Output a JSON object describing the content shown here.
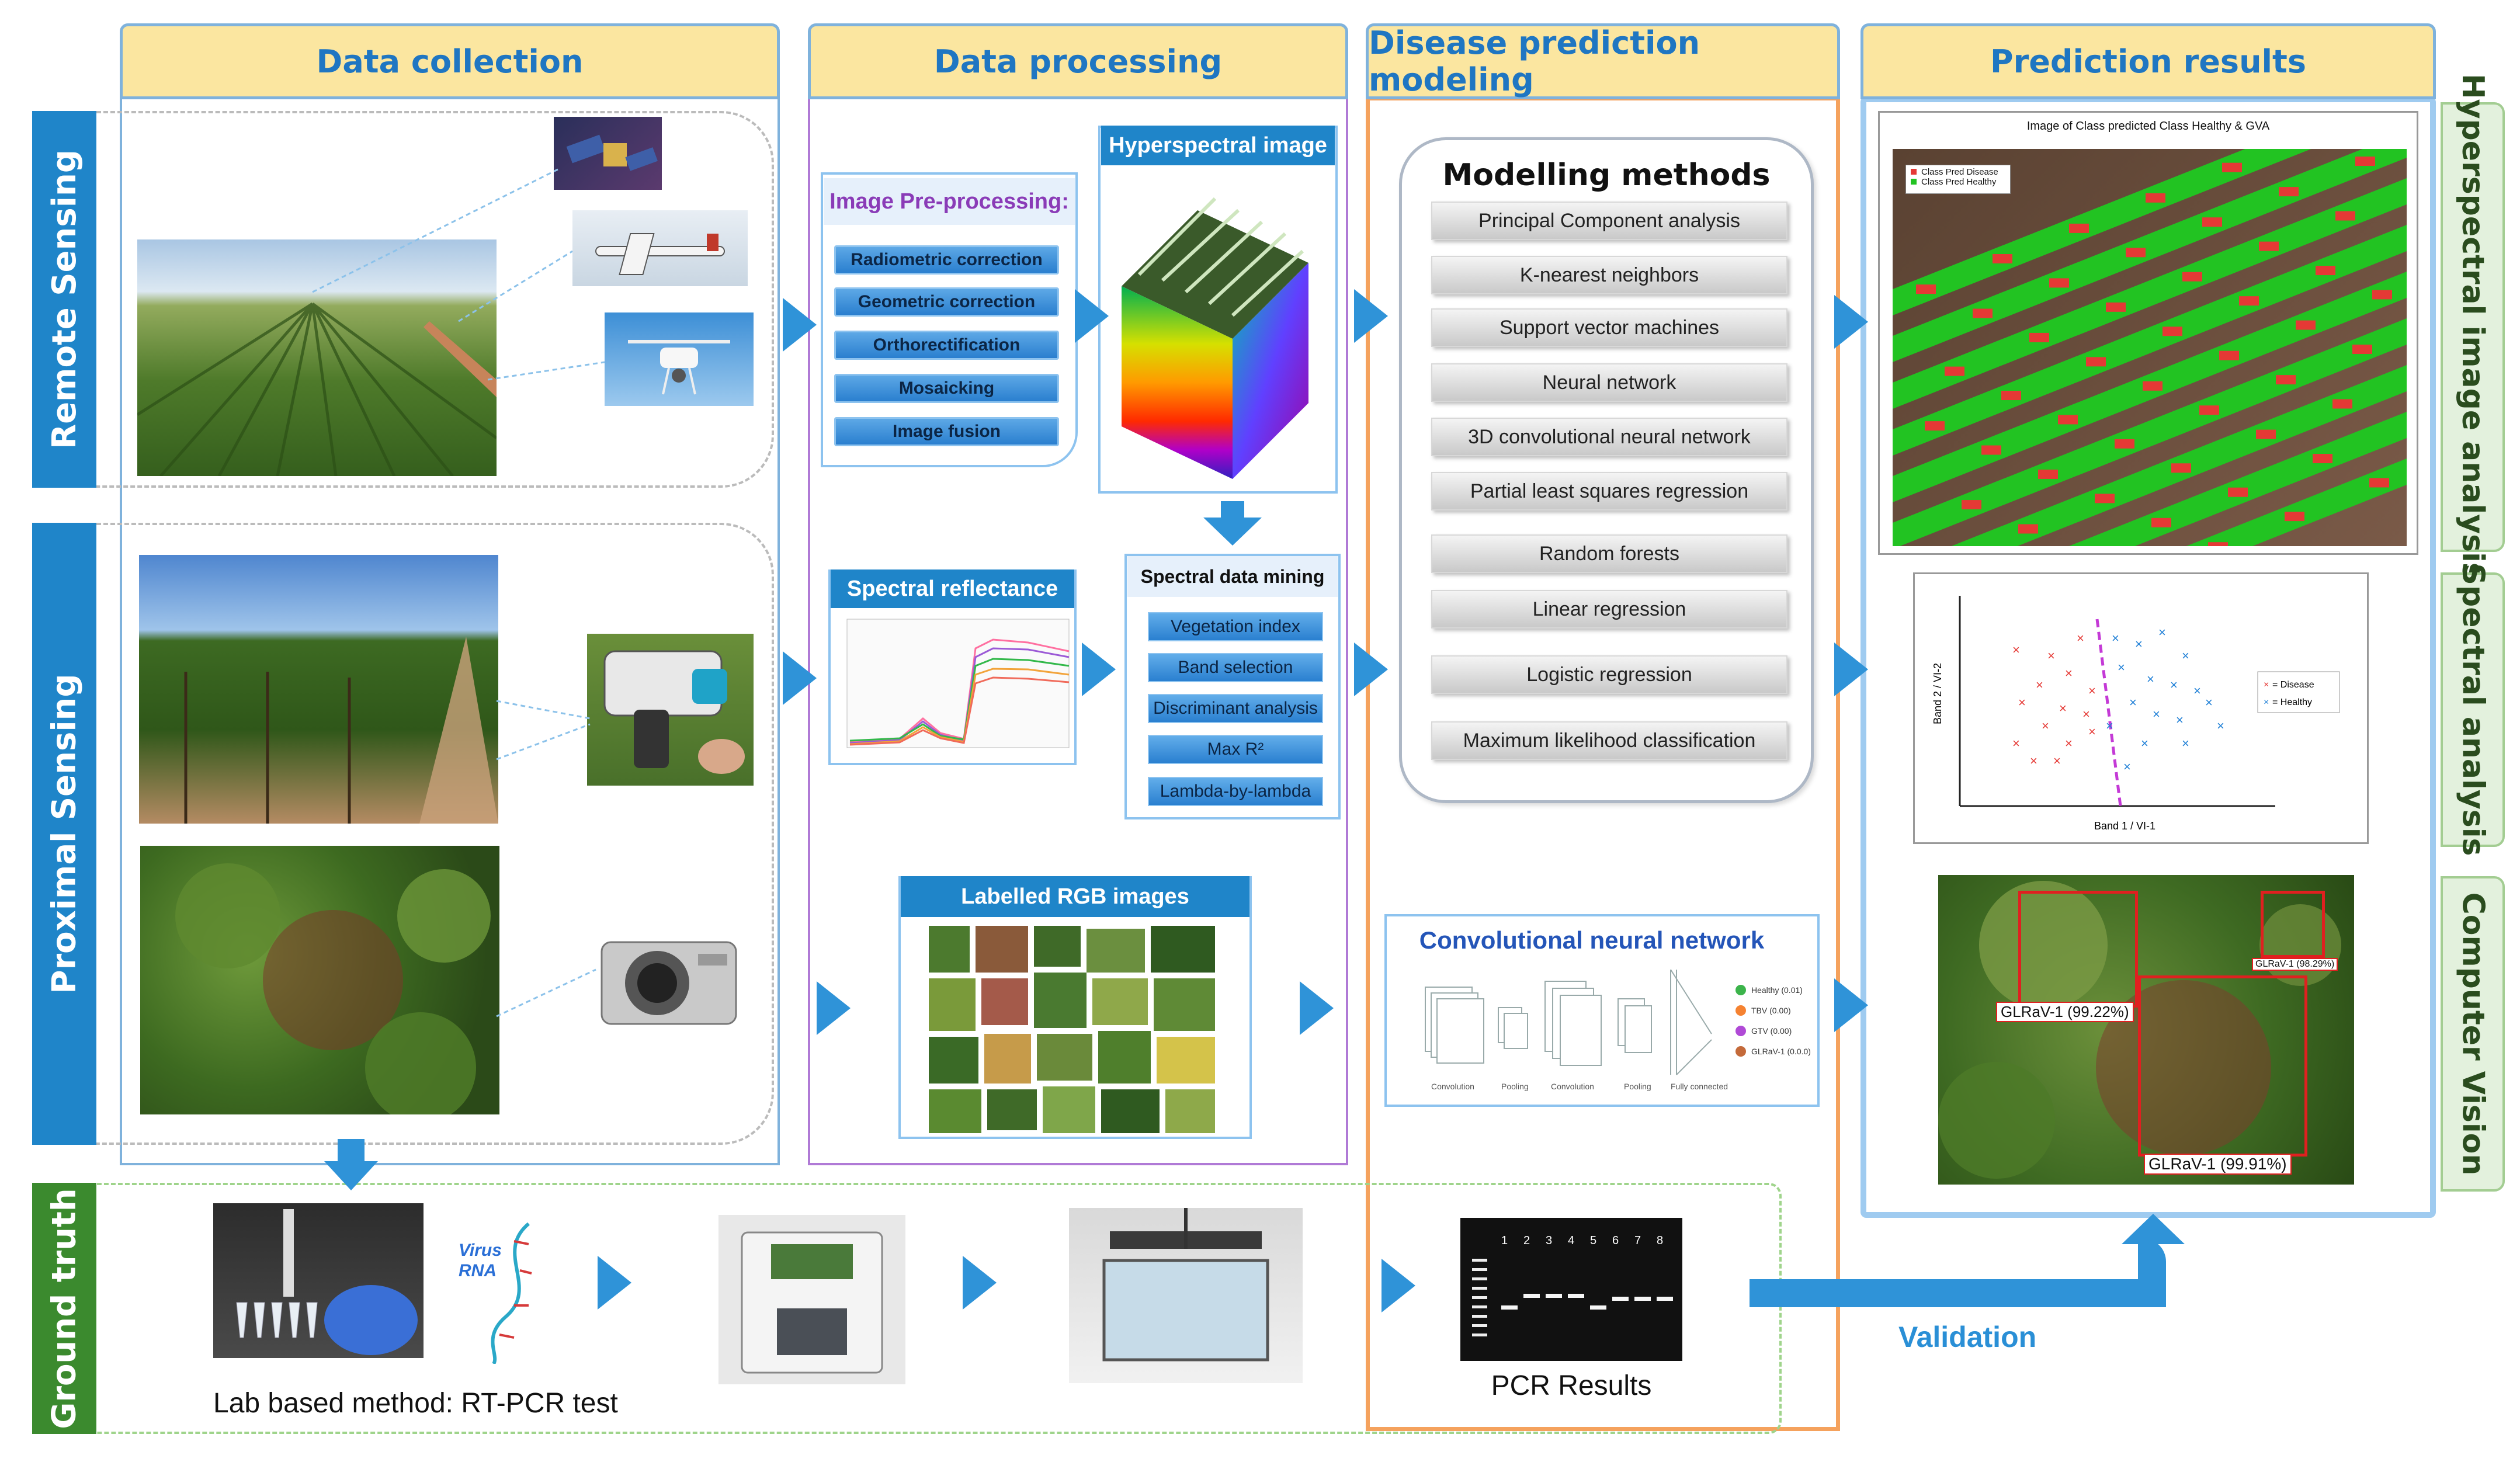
{
  "columns": {
    "data_collection": "Data collection",
    "data_processing": "Data processing",
    "disease_modeling": "Disease prediction modeling",
    "prediction_results": "Prediction results"
  },
  "side_tabs": {
    "remote": "Remote Sensing",
    "proximal": "Proximal Sensing",
    "ground_truth": "Ground truth"
  },
  "right_tabs": {
    "hyperspectral": "Hyperspectral image analysis",
    "spectral": "Spectral analysis",
    "cv": "Computer Vision"
  },
  "preprocessing": {
    "title": "Image Pre-processing:",
    "steps": [
      "Radiometric correction",
      "Geometric correction",
      "Orthorectification",
      "Mosaicking",
      "Image fusion"
    ]
  },
  "hyperspectral_image": "Hyperspectral image",
  "spectral_reflectance": "Spectral reflectance",
  "spectral_mining": {
    "title": "Spectral data mining",
    "steps": [
      "Vegetation index",
      "Band selection",
      "Discriminant analysis",
      "Max R²",
      "Lambda-by-lambda"
    ]
  },
  "labelled_rgb": "Labelled RGB images",
  "modelling": {
    "title": "Modelling methods",
    "methods": [
      "Principal Component analysis",
      "K-nearest neighbors",
      "Support vector machines",
      "Neural network",
      "3D convolutional neural network",
      "Partial least squares regression",
      "Random forests",
      "Linear regression",
      "Logistic regression",
      "Maximum likelihood classification"
    ]
  },
  "cnn": {
    "title": "Convolutional neural network",
    "layers": [
      "Convolution",
      "Pooling",
      "Convolution",
      "Pooling",
      "Fully connected"
    ],
    "outputs": [
      "Healthy (0.01)",
      "TBV (0.00)",
      "GTV (0.00)",
      "GLRaV-1 (0.0.0)"
    ]
  },
  "hyper_result": {
    "title": "Image of Class predicted Class Healthy & GVA",
    "legend": [
      "Class Pred Disease",
      "Class Pred Healthy"
    ]
  },
  "scatter": {
    "xlabel": "Band 1 / VI-1",
    "ylabel": "Band 2 / VI-2",
    "legend": [
      "= Disease",
      "= Healthy"
    ]
  },
  "cv_boxes": [
    "GLRaV-1 (99.22%)",
    "GLRaV-1 (98.29%)",
    "GLRaV-1 (99.91%)"
  ],
  "ground": {
    "lab_method": "Lab based method: RT-PCR test",
    "virus_rna": "Virus RNA",
    "pcr_results": "PCR Results",
    "validation": "Validation",
    "lanes": [
      "1",
      "2",
      "3",
      "4",
      "5",
      "6",
      "7",
      "8"
    ]
  },
  "colors": {
    "accent_blue": "#1f85c9",
    "header_yellow": "#fbe6a0",
    "modeling_orange": "#f5a25d",
    "processing_purple": "#a86fd0",
    "disease_red": "#e53935",
    "healthy_green": "#22c322"
  }
}
